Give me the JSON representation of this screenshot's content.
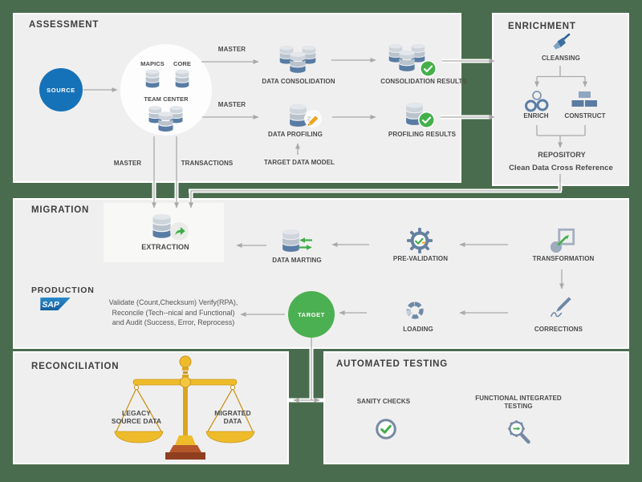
{
  "colors": {
    "background_green": "#4a6c4e",
    "panel_gray": "#f0efef",
    "accent_blue": "#1572b8",
    "accent_green": "#4bae50",
    "icon_steel_blue": "#5a7da2",
    "gold": "#eebc2b",
    "arrow_gray": "#a9a9a9"
  },
  "assessment": {
    "title": "ASSESSMENT",
    "source": "SOURCE",
    "hub": {
      "mapics": "MAPICS",
      "core": "CORE",
      "team_center": "TEAM CENTER"
    },
    "edges": {
      "master_top": "MASTER",
      "master_mid": "MASTER",
      "master_down": "MASTER",
      "transactions": "TRANSACTIONS"
    },
    "data_consolidation": "DATA CONSOLIDATION",
    "consolidation_results": "CONSOLIDATION RESULTS",
    "data_profiling": "DATA PROFILING",
    "profiling_results": "PROFILING RESULTS",
    "target_data_model": "TARGET DATA MODEL"
  },
  "enrichment": {
    "title": "ENRICHMENT",
    "cleansing": "CLEANSING",
    "enrich": "ENRICH",
    "construct": "CONSTRUCT",
    "repository": "REPOSITORY",
    "repository_note": "Clean Data Cross Reference"
  },
  "migration": {
    "title": "MIGRATION",
    "extraction": "EXTRACTION",
    "data_marting": "DATA MARTING",
    "pre_validation": "PRE-VALIDATION",
    "transformation": "TRANSFORMATION",
    "loading": "LOADING",
    "corrections": "CORRECTIONS",
    "target": "TARGET",
    "production": "PRODUCTION",
    "sap_label": "SAP",
    "validation_note": [
      "Validate (Count,Checksum) Verify(RPA),",
      "Reconcile (Tech--nical and Functional)",
      "and Audit (Success, Error, Reprocess)"
    ]
  },
  "reconciliation": {
    "title": "RECONCILIATION",
    "left_pan": [
      "LEGACY",
      "SOURCE DATA"
    ],
    "right_pan": [
      "MIGRATED",
      "DATA"
    ]
  },
  "automated_testing": {
    "title": "AUTOMATED TESTING",
    "sanity_checks": "SANITY CHECKS",
    "functional_testing": [
      "FUNCTIONAL INTEGRATED",
      "TESTING"
    ]
  }
}
